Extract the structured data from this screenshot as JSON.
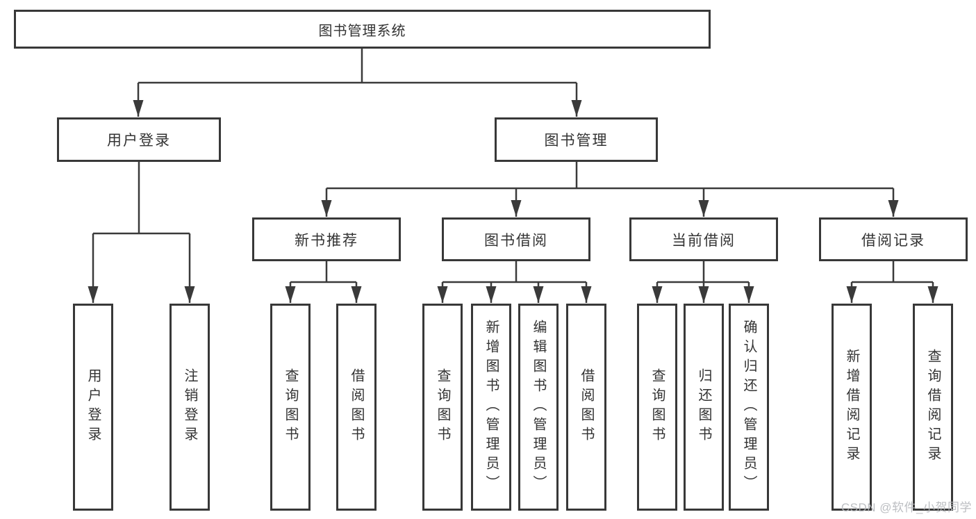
{
  "watermark": "CSDN @软件_小贺同学",
  "colors": {
    "line": "#3a3a3a",
    "box_border": "#383838",
    "text": "#333333",
    "watermark": "#b5b8bc",
    "background": "#ffffff"
  },
  "tree": {
    "root": {
      "label": "图书管理系统"
    },
    "branches": [
      {
        "label": "用户登录",
        "children": [
          {
            "label": "用户登录"
          },
          {
            "label": "注销登录"
          }
        ]
      },
      {
        "label": "图书管理",
        "children": [
          {
            "label": "新书推荐",
            "children": [
              {
                "label": "查询图书"
              },
              {
                "label": "借阅图书"
              }
            ]
          },
          {
            "label": "图书借阅",
            "children": [
              {
                "label": "查询图书"
              },
              {
                "label": "新增图书（管理员）"
              },
              {
                "label": "编辑图书（管理员）"
              },
              {
                "label": "借阅图书"
              }
            ]
          },
          {
            "label": "当前借阅",
            "children": [
              {
                "label": "查询图书"
              },
              {
                "label": "归还图书"
              },
              {
                "label": "确认归还（管理员）"
              }
            ]
          },
          {
            "label": "借阅记录",
            "children": [
              {
                "label": "新增借阅记录"
              },
              {
                "label": "查询借阅记录"
              }
            ]
          }
        ]
      }
    ]
  }
}
